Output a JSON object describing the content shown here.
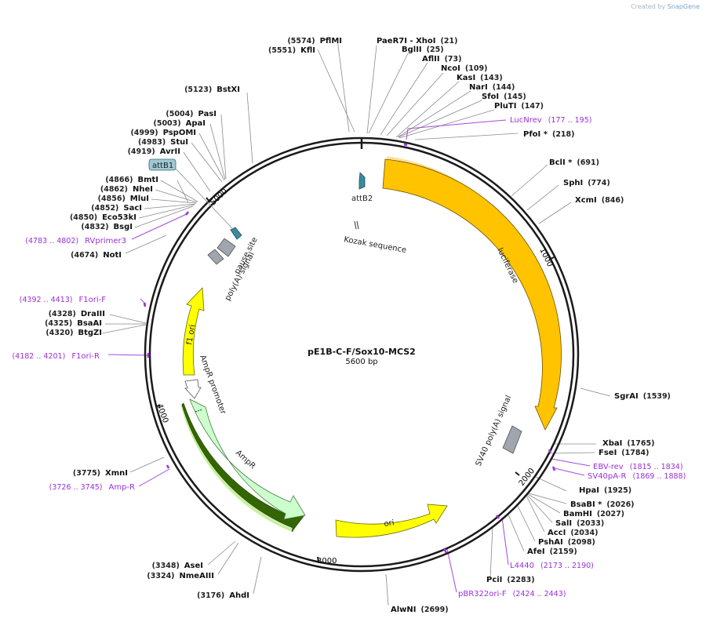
{
  "credit": {
    "prefix": "Created by",
    "brand": "SnapGene"
  },
  "plasmid": {
    "name": "pE1B-C-F/Sox10-MCS2",
    "length": "5600 bp"
  },
  "ticks": [
    "1000",
    "2000",
    "3000",
    "4000",
    "5000"
  ],
  "features": {
    "luciferase": "luciferase",
    "sv40polya": "SV40 poly(A) signal",
    "ori": "ori",
    "ampr": "AmpR",
    "ampr_promoter": "AmpR promoter",
    "f1ori": "f1 ori",
    "polya": "poly(A) signal",
    "pause": "pause site",
    "attb2": "attB2",
    "attb1": "attB1",
    "kozak": "Kozak sequence"
  },
  "enzymes_right": [
    {
      "name": "PaeR7I",
      "extra": "- XhoI",
      "pos": "(21)"
    },
    {
      "name": "BglII",
      "pos": "(25)"
    },
    {
      "name": "AflII",
      "pos": "(73)"
    },
    {
      "name": "NcoI",
      "pos": "(109)"
    },
    {
      "name": "KasI",
      "pos": "(143)"
    },
    {
      "name": "NarI",
      "pos": "(144)"
    },
    {
      "name": "SfoI",
      "pos": "(145)"
    },
    {
      "name": "PluTI",
      "pos": "(147)"
    },
    {
      "name": "PfoI *",
      "pos": "(218)"
    },
    {
      "name": "BclI *",
      "pos": "(691)"
    },
    {
      "name": "SphI",
      "pos": "(774)"
    },
    {
      "name": "XcmI",
      "pos": "(846)"
    },
    {
      "name": "SgrAI",
      "pos": "(1539)"
    },
    {
      "name": "XbaI",
      "pos": "(1765)"
    },
    {
      "name": "FseI",
      "pos": "(1784)"
    },
    {
      "name": "HpaI",
      "pos": "(1925)"
    },
    {
      "name": "BsaBI *",
      "pos": "(2026)"
    },
    {
      "name": "BamHI",
      "pos": "(2027)"
    },
    {
      "name": "SalI",
      "pos": "(2033)"
    },
    {
      "name": "AccI",
      "pos": "(2034)"
    },
    {
      "name": "PshAI",
      "pos": "(2098)"
    },
    {
      "name": "AfeI",
      "pos": "(2159)"
    },
    {
      "name": "PciI",
      "pos": "(2283)"
    },
    {
      "name": "AlwNI",
      "pos": "(2699)"
    }
  ],
  "enzymes_left": [
    {
      "name": "PflMI",
      "pos": "(5574)"
    },
    {
      "name": "KflI",
      "pos": "(5551)"
    },
    {
      "name": "BstXI",
      "pos": "(5123)"
    },
    {
      "name": "PasI",
      "pos": "(5004)"
    },
    {
      "name": "ApaI",
      "pos": "(5003)"
    },
    {
      "name": "PspOMI",
      "pos": "(4999)"
    },
    {
      "name": "StuI",
      "pos": "(4983)"
    },
    {
      "name": "AvrII",
      "pos": "(4919)"
    },
    {
      "name": "BmtI",
      "pos": "(4866)"
    },
    {
      "name": "NheI",
      "pos": "(4862)"
    },
    {
      "name": "MluI",
      "pos": "(4856)"
    },
    {
      "name": "SacI",
      "pos": "(4852)"
    },
    {
      "name": "Eco53kI",
      "pos": "(4850)"
    },
    {
      "name": "BsgI",
      "pos": "(4832)"
    },
    {
      "name": "NotI",
      "pos": "(4674)"
    },
    {
      "name": "DraIII",
      "pos": "(4328)"
    },
    {
      "name": "BsaAI",
      "pos": "(4325)"
    },
    {
      "name": "BtgZI",
      "pos": "(4320)"
    },
    {
      "name": "XmnI",
      "pos": "(3775)"
    },
    {
      "name": "AseI",
      "pos": "(3348)"
    },
    {
      "name": "NmeAIII",
      "pos": "(3324)"
    },
    {
      "name": "AhdI",
      "pos": "(3176)"
    }
  ],
  "primers": [
    {
      "name": "LucNrev",
      "range": "(177 .. 195)"
    },
    {
      "name": "EBV-rev",
      "range": "(1815 .. 1834)"
    },
    {
      "name": "SV40pA-R",
      "range": "(1869 .. 1888)"
    },
    {
      "name": "L4440",
      "range": "(2173 .. 2190)"
    },
    {
      "name": "pBR322ori-F",
      "range": "(2424 .. 2443)"
    },
    {
      "name": "Amp-R",
      "range": "(3726 .. 3745)"
    },
    {
      "name": "F1ori-R",
      "range": "(4182 .. 4201)"
    },
    {
      "name": "F1ori-F",
      "range": "(4392 .. 4413)"
    },
    {
      "name": "RVprimer3",
      "range": "(4783 .. 4802)"
    }
  ],
  "colors": {
    "backbone": "#1a1a1a",
    "luciferase": "#ffc300",
    "ori": "#ffff00",
    "ampr": "#ccffcc",
    "polya": "#a0a6ad",
    "attb": "#3b8a9e",
    "primer": "#9b30d9"
  }
}
